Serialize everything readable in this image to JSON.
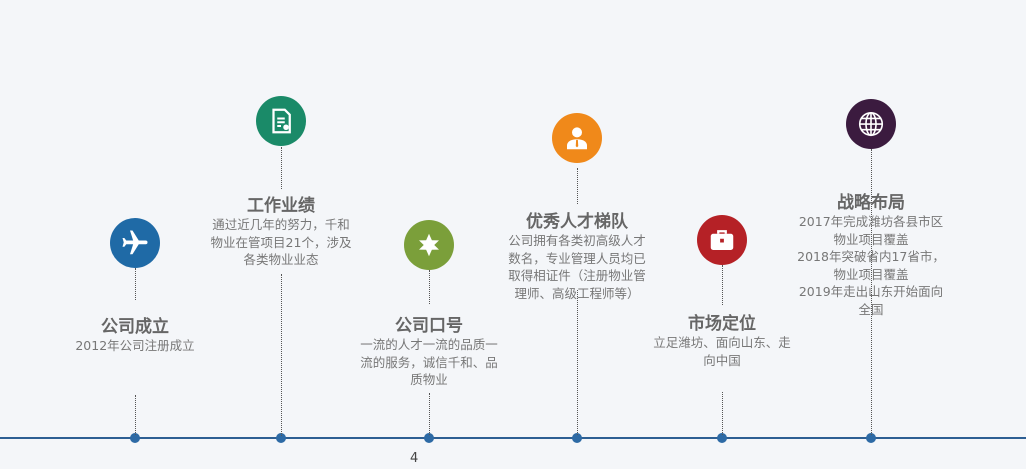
{
  "milestones": [
    {
      "title": "公司成立",
      "icon": "airplane-icon",
      "color": "#1f6aa6",
      "lines": [
        "2012年公司注册成立"
      ]
    },
    {
      "title": "工作业绩",
      "icon": "certificate-document-icon",
      "color": "#1a8a68",
      "lines": [
        "通过近几年的努力，千和",
        "物业在管项目21个，涉及",
        "各类物业业态"
      ]
    },
    {
      "title": "公司口号",
      "icon": "sheriff-star-icon",
      "color": "#7b9f3a",
      "lines": [
        "一流的人才一流的品质一",
        "流的服务，诚信千和、品",
        "质物业"
      ]
    },
    {
      "title": "优秀人才梯队",
      "icon": "businessman-icon",
      "color": "#f0891a",
      "lines": [
        "公司拥有各类初高级人才",
        "数名，专业管理人员均已",
        "取得相证件（注册物业管",
        "理师、高级工程师等）"
      ]
    },
    {
      "title": "市场定位",
      "icon": "briefcase-icon",
      "color": "#b52126",
      "lines": [
        "立足潍坊、面向山东、走",
        "向中国"
      ]
    },
    {
      "title": "战略布局",
      "icon": "globe-icon",
      "color": "#3b1b3f",
      "lines": [
        "2017年完成潍坊各县市区",
        "物业项目覆盖",
        "2018年突破省内17省市，",
        "物业项目覆盖",
        "2019年走出山东开始面向",
        "全国"
      ]
    }
  ],
  "page_number": "4"
}
